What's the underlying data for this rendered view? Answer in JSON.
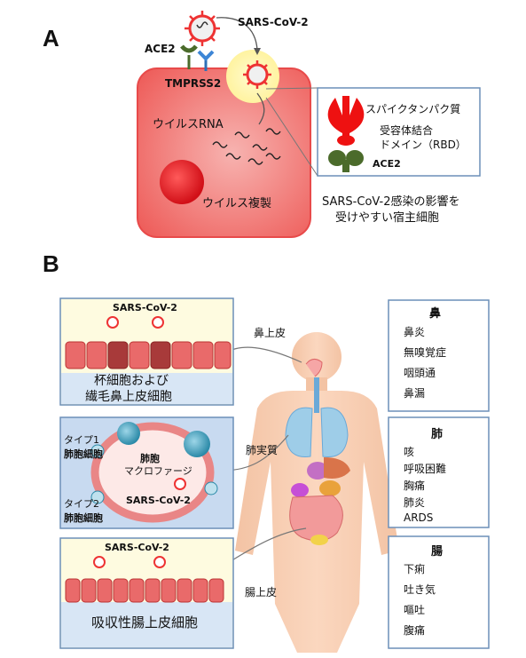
{
  "panel_a": {
    "letter": "A",
    "virus_label": "SARS-CoV-2",
    "ace2_label": "ACE2",
    "tmprss2_label": "TMPRSS2",
    "rna_label": "ウイルスRNA",
    "replication_label": "ウイルス複製",
    "inset": {
      "spike_label": "スパイクタンパク質",
      "rbd_label_1": "受容体結合",
      "rbd_label_2": "ドメイン（RBD）",
      "ace2_label": "ACE2"
    },
    "caption_1": "SARS-CoV-2感染の影響を",
    "caption_2": "受けやすい宿主細胞"
  },
  "panel_b": {
    "letter": "B",
    "nose_box": {
      "virus_label": "SARS-CoV-2",
      "caption_1": "杯細胞および",
      "caption_2": "繊毛鼻上皮細胞"
    },
    "lung_box": {
      "type1_1": "タイプ1",
      "type1_2": "肺胞細胞",
      "macro_1": "肺胞",
      "macro_2": "マクロファージ",
      "type2_1": "タイプ2",
      "type2_2": "肺胞細胞",
      "virus_label": "SARS-CoV-2"
    },
    "gut_box": {
      "virus_label": "SARS-CoV-2",
      "caption": "吸収性腸上皮細胞"
    },
    "pointer_labels": {
      "nasal": "鼻上皮",
      "lung": "肺実質",
      "gut": "腸上皮"
    },
    "symptoms": {
      "nose": {
        "title": "鼻",
        "items": [
          "鼻炎",
          "無嗅覚症",
          "咽頭通",
          "鼻漏"
        ]
      },
      "lung": {
        "title": "肺",
        "items": [
          "咳",
          "呼吸困難",
          "胸痛",
          "肺炎",
          "ARDS"
        ]
      },
      "gut": {
        "title": "腸",
        "items": [
          "下痢",
          "吐き気",
          "嘔吐",
          "腹痛"
        ]
      }
    }
  }
}
